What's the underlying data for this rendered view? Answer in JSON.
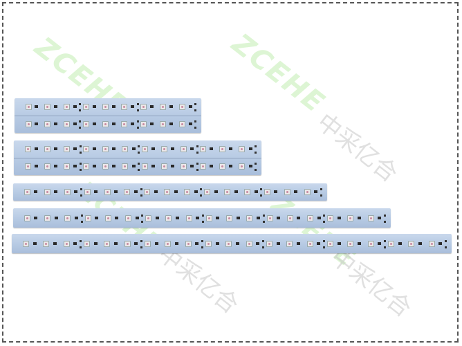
{
  "watermark": {
    "brand_text": "ZCEHE",
    "chinese_text": "中采亿合"
  },
  "photo": {
    "subject": "LED strip PCBs",
    "strip_groups": [
      {
        "rows": 2,
        "leds_per_row": 9
      },
      {
        "rows": 2,
        "leds_per_row": 12
      },
      {
        "rows": 1,
        "leds_per_row": 15
      },
      {
        "rows": 1,
        "leds_per_row": 18
      },
      {
        "rows": 1,
        "leds_per_row": 21
      }
    ]
  }
}
